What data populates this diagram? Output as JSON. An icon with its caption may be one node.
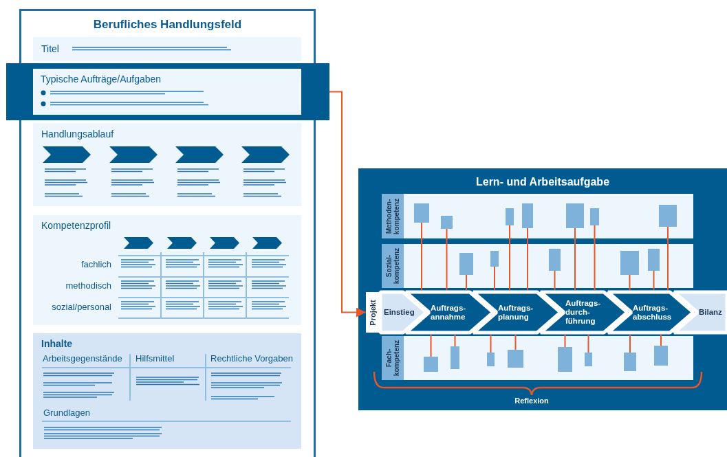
{
  "diagram": {
    "nodes": [
      {
        "text": [
          "Berufliches Handlungsfeld"
        ]
      },
      {
        "text": [
          "Titel"
        ],
        "in": 0
      },
      {
        "text": [
          "Typische Aufträge/Aufgaben"
        ]
      },
      {
        "text": [
          "Handlungsablauf"
        ],
        "in": 0
      },
      {
        "text": [
          "Kompetenzprofil",
          "fachlich",
          "methodisch",
          "sozial/personal"
        ],
        "in": 0
      },
      {
        "text": [
          "Inhalte",
          "Arbeitsgegenstände",
          "Hilfsmittel",
          "Rechtliche Vorgaben",
          "Grundlagen"
        ],
        "in": 0
      },
      {
        "text": [
          "Lern- und Arbeitsaufgabe"
        ]
      },
      {
        "text": [
          "Methoden- kompetenz"
        ],
        "in": 6
      },
      {
        "text": [],
        "shape": "box",
        "in": 7
      },
      {
        "text": [],
        "shape": "box",
        "in": 7
      },
      {
        "text": [],
        "shape": "box",
        "in": 7
      },
      {
        "text": [],
        "shape": "box",
        "in": 7
      },
      {
        "text": [],
        "shape": "box",
        "in": 7
      },
      {
        "text": [],
        "shape": "box",
        "in": 7
      },
      {
        "text": [],
        "shape": "box",
        "in": 7
      },
      {
        "text": [
          "Sozial- kompetenz"
        ],
        "in": 6
      },
      {
        "text": [],
        "shape": "box",
        "in": 15
      },
      {
        "text": [],
        "shape": "box",
        "in": 15
      },
      {
        "text": [],
        "shape": "box",
        "in": 15
      },
      {
        "text": [],
        "shape": "box",
        "in": 15
      },
      {
        "text": [],
        "shape": "box",
        "in": 15
      },
      {
        "text": [
          "Projekt"
        ],
        "in": 6
      },
      {
        "text": [
          "Einstieg"
        ],
        "in": 6
      },
      {
        "text": [
          "Auftrags- annahme"
        ],
        "in": 6
      },
      {
        "text": [
          "Auftrags- planung"
        ],
        "in": 6
      },
      {
        "text": [
          "Auftrags- durch- führung"
        ],
        "in": 6
      },
      {
        "text": [
          "Auftrags- abschluss"
        ],
        "in": 6
      },
      {
        "text": [
          "Bilanz"
        ],
        "in": 6
      },
      {
        "text": [
          "Fach- kompetenz"
        ],
        "in": 6
      },
      {
        "text": [],
        "shape": "box",
        "in": 28
      },
      {
        "text": [],
        "shape": "box",
        "in": 28
      },
      {
        "text": [],
        "shape": "box",
        "in": 28
      },
      {
        "text": [],
        "shape": "box",
        "in": 28
      },
      {
        "text": [],
        "shape": "box",
        "in": 28
      },
      {
        "text": [],
        "shape": "box",
        "in": 28
      },
      {
        "text": [],
        "shape": "box",
        "in": 28
      },
      {
        "text": [],
        "shape": "box",
        "in": 28
      }
    ],
    "edges": [
      {
        "from": 2,
        "to": 21,
        "arrow": "to"
      },
      {
        "from": 8,
        "to": 23,
        "arrow": "none"
      },
      {
        "from": 9,
        "to": 23,
        "arrow": "none"
      },
      {
        "from": 10,
        "to": 24,
        "arrow": "none"
      },
      {
        "from": 11,
        "to": 24,
        "arrow": "none"
      },
      {
        "from": 12,
        "to": 25,
        "arrow": "none"
      },
      {
        "from": 13,
        "to": 25,
        "arrow": "none"
      },
      {
        "from": 14,
        "to": 26,
        "arrow": "none"
      },
      {
        "from": 16,
        "to": 23,
        "arrow": "none"
      },
      {
        "from": 17,
        "to": 24,
        "arrow": "none"
      },
      {
        "from": 18,
        "to": 25,
        "arrow": "none"
      },
      {
        "from": 19,
        "to": 26,
        "arrow": "none"
      },
      {
        "from": 20,
        "to": 26,
        "arrow": "none"
      },
      {
        "from": 29,
        "to": 23,
        "arrow": "none"
      },
      {
        "from": 30,
        "to": 23,
        "arrow": "none"
      },
      {
        "from": 31,
        "to": 24,
        "arrow": "none"
      },
      {
        "from": 32,
        "to": 24,
        "arrow": "none"
      },
      {
        "from": 33,
        "to": 25,
        "arrow": "none"
      },
      {
        "from": 34,
        "to": 25,
        "arrow": "none"
      },
      {
        "from": 35,
        "to": 26,
        "arrow": "none"
      },
      {
        "from": 36,
        "to": 26,
        "arrow": "none"
      }
    ],
    "labels": [
      "Reflexion"
    ]
  }
}
